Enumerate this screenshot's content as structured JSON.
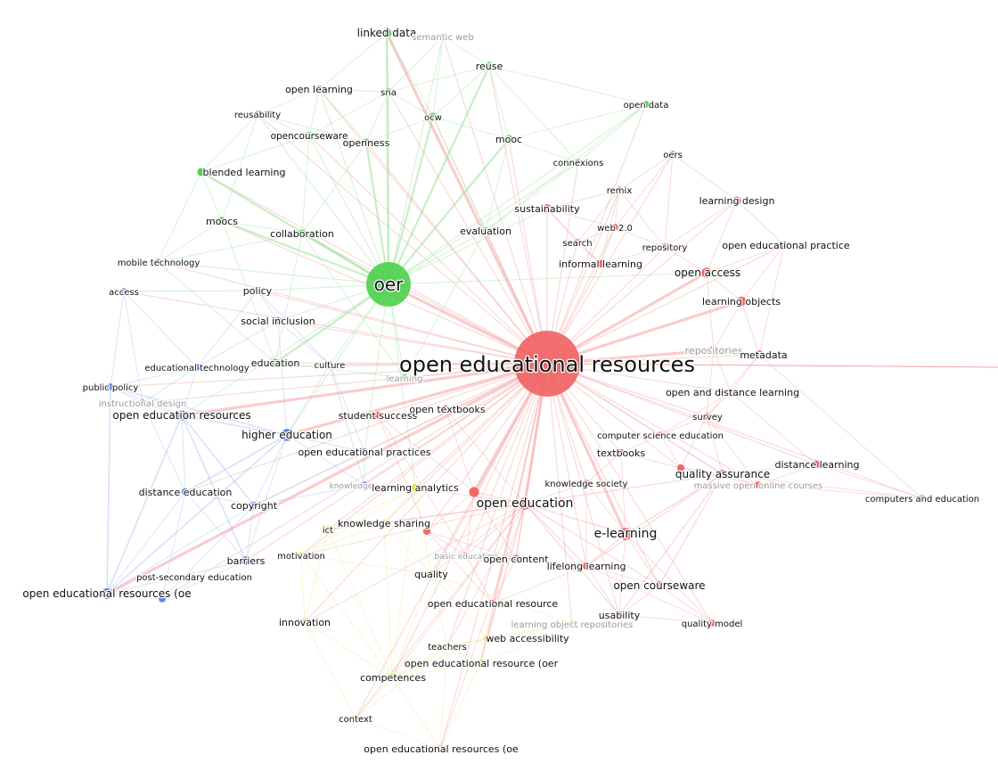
{
  "clusters": {
    "red": {
      "node": "#f06262",
      "edge": "#f5a3a3"
    },
    "green": {
      "node": "#4ccf4c",
      "edge": "#9fe39f"
    },
    "blue": {
      "node": "#5b7ee6",
      "edge": "#a9bdf0"
    },
    "yellow": {
      "node": "#e3df3a",
      "edge": "#ece98c"
    }
  },
  "nodes": [
    {
      "id": "oer_res",
      "label": "open educational resources",
      "cluster": "red",
      "weight": 10
    },
    {
      "id": "oer",
      "label": "oer",
      "cluster": "green",
      "weight": 6.5
    },
    {
      "id": "linked",
      "label": "linked data",
      "cluster": "green",
      "weight": 2
    },
    {
      "id": "semweb",
      "label": "semantic web",
      "cluster": "green",
      "weight": 1,
      "faint": true
    },
    {
      "id": "reuse",
      "label": "reuse",
      "cluster": "green",
      "weight": 1.5
    },
    {
      "id": "openlearn",
      "label": "open learning",
      "cluster": "green",
      "weight": 1.2
    },
    {
      "id": "sna",
      "label": "sna",
      "cluster": "green",
      "weight": 1
    },
    {
      "id": "reusab",
      "label": "reusability",
      "cluster": "green",
      "weight": 1
    },
    {
      "id": "opendata",
      "label": "open data",
      "cluster": "green",
      "weight": 1
    },
    {
      "id": "ocw",
      "label": "ocw",
      "cluster": "green",
      "weight": 1.5
    },
    {
      "id": "opencw",
      "label": "opencourseware",
      "cluster": "green",
      "weight": 1.2
    },
    {
      "id": "openness",
      "label": "openness",
      "cluster": "green",
      "weight": 1.5
    },
    {
      "id": "mooc",
      "label": "mooc",
      "cluster": "green",
      "weight": 1.5
    },
    {
      "id": "blended",
      "label": "blended learning",
      "cluster": "green",
      "weight": 1.5
    },
    {
      "id": "connexions",
      "label": "connexions",
      "cluster": "green",
      "weight": 1
    },
    {
      "id": "moocs",
      "label": "moocs",
      "cluster": "green",
      "weight": 1.5
    },
    {
      "id": "collab",
      "label": "collaboration",
      "cluster": "green",
      "weight": 1.5
    },
    {
      "id": "eval",
      "label": "evaluation",
      "cluster": "green",
      "weight": 1.2
    },
    {
      "id": "mobile",
      "label": "mobile technology",
      "cluster": "green",
      "weight": 1
    },
    {
      "id": "edu",
      "label": "education",
      "cluster": "green",
      "weight": 1.5
    },
    {
      "id": "learning",
      "label": "learning",
      "cluster": "green",
      "weight": 1.2,
      "faint": true
    },
    {
      "id": "culture",
      "label": "culture",
      "cluster": "blue",
      "weight": 1
    },
    {
      "id": "access",
      "label": "access",
      "cluster": "blue",
      "weight": 1
    },
    {
      "id": "policy",
      "label": "policy",
      "cluster": "blue",
      "weight": 1.2
    },
    {
      "id": "social",
      "label": "social inclusion",
      "cluster": "blue",
      "weight": 1.2
    },
    {
      "id": "edtech",
      "label": "educational technology",
      "cluster": "blue",
      "weight": 1
    },
    {
      "id": "pubpol",
      "label": "public policy",
      "cluster": "blue",
      "weight": 1
    },
    {
      "id": "instdes",
      "label": "instructional design",
      "cluster": "blue",
      "weight": 1,
      "faint": true
    },
    {
      "id": "oer_blue",
      "label": "open education resources",
      "cluster": "blue",
      "weight": 2.2
    },
    {
      "id": "higher",
      "label": "higher education",
      "cluster": "blue",
      "weight": 3
    },
    {
      "id": "oep",
      "label": "open educational practices",
      "cluster": "blue",
      "weight": 1.2
    },
    {
      "id": "know",
      "label": "knowledge",
      "cluster": "blue",
      "weight": 1,
      "faint": true
    },
    {
      "id": "distedu",
      "label": "distance education",
      "cluster": "blue",
      "weight": 1.3
    },
    {
      "id": "copyright",
      "label": "copyright",
      "cluster": "blue",
      "weight": 1.3
    },
    {
      "id": "barriers",
      "label": "barriers",
      "cluster": "blue",
      "weight": 1.8
    },
    {
      "id": "postsec",
      "label": "post-secondary education",
      "cluster": "blue",
      "weight": 1
    },
    {
      "id": "oer_oe_b",
      "label": "open educational resources (oe",
      "cluster": "blue",
      "weight": 2.5
    },
    {
      "id": "la",
      "label": "learning analytics",
      "cluster": "yellow",
      "weight": 1.2
    },
    {
      "id": "kshare",
      "label": "knowledge sharing",
      "cluster": "yellow",
      "weight": 1.2
    },
    {
      "id": "ict",
      "label": "ict",
      "cluster": "yellow",
      "weight": 1
    },
    {
      "id": "motiv",
      "label": "motivation",
      "cluster": "yellow",
      "weight": 1
    },
    {
      "id": "quality",
      "label": "quality",
      "cluster": "yellow",
      "weight": 1.2
    },
    {
      "id": "innov",
      "label": "innovation",
      "cluster": "yellow",
      "weight": 1.2
    },
    {
      "id": "teachers",
      "label": "teachers",
      "cluster": "yellow",
      "weight": 1
    },
    {
      "id": "webacc",
      "label": "web accessibility",
      "cluster": "yellow",
      "weight": 1.2
    },
    {
      "id": "lorep",
      "label": "learning object repositories",
      "cluster": "yellow",
      "weight": 1,
      "faint": true
    },
    {
      "id": "oer_y",
      "label": "open educational resource (oer",
      "cluster": "yellow",
      "weight": 1.2
    },
    {
      "id": "compet",
      "label": "competences",
      "cluster": "yellow",
      "weight": 1.3
    },
    {
      "id": "context",
      "label": "context",
      "cluster": "yellow",
      "weight": 1
    },
    {
      "id": "oer_oe_y",
      "label": "open educational resources (oe",
      "cluster": "yellow",
      "weight": 1.2
    },
    {
      "id": "oers",
      "label": "oers",
      "cluster": "red",
      "weight": 1
    },
    {
      "id": "remix",
      "label": "remix",
      "cluster": "red",
      "weight": 1
    },
    {
      "id": "ld",
      "label": "learning design",
      "cluster": "red",
      "weight": 1.5
    },
    {
      "id": "sustain",
      "label": "sustainability",
      "cluster": "red",
      "weight": 1.8
    },
    {
      "id": "web20",
      "label": "web 2.0",
      "cluster": "red",
      "weight": 1
    },
    {
      "id": "search",
      "label": "search",
      "cluster": "red",
      "weight": 1
    },
    {
      "id": "repo",
      "label": "repository",
      "cluster": "red",
      "weight": 1
    },
    {
      "id": "oepr",
      "label": "open educational practice",
      "cluster": "red",
      "weight": 1
    },
    {
      "id": "informal",
      "label": "informal learning",
      "cluster": "red",
      "weight": 1.3
    },
    {
      "id": "openacc",
      "label": "open access",
      "cluster": "red",
      "weight": 2.2
    },
    {
      "id": "lo",
      "label": "learning objects",
      "cluster": "red",
      "weight": 2
    },
    {
      "id": "repos",
      "label": "repositories",
      "cluster": "red",
      "weight": 2,
      "faint": true
    },
    {
      "id": "meta",
      "label": "metadata",
      "cluster": "red",
      "weight": 1.8
    },
    {
      "id": "odl",
      "label": "open and distance learning",
      "cluster": "red",
      "weight": 1.2
    },
    {
      "id": "survey",
      "label": "survey",
      "cluster": "red",
      "weight": 1
    },
    {
      "id": "student",
      "label": "student success",
      "cluster": "red",
      "weight": 1.2
    },
    {
      "id": "textbooks_o",
      "label": "open textbooks",
      "cluster": "red",
      "weight": 1.5
    },
    {
      "id": "cse",
      "label": "computer science education",
      "cluster": "red",
      "weight": 1
    },
    {
      "id": "textbooks",
      "label": "textbooks",
      "cluster": "red",
      "weight": 1.2
    },
    {
      "id": "distlearn",
      "label": "distance learning",
      "cluster": "red",
      "weight": 1.3
    },
    {
      "id": "qa",
      "label": "quality assurance",
      "cluster": "red",
      "weight": 1.8
    },
    {
      "id": "ksoc",
      "label": "knowledge society",
      "cluster": "red",
      "weight": 1
    },
    {
      "id": "mooc2",
      "label": "massive open online courses",
      "cluster": "red",
      "weight": 1,
      "faint": true
    },
    {
      "id": "cande",
      "label": "computers and education",
      "cluster": "red",
      "weight": 1
    },
    {
      "id": "openedu",
      "label": "open education",
      "cluster": "red",
      "weight": 3
    },
    {
      "id": "faint_red",
      "label": "",
      "cluster": "red",
      "weight": 2.2
    },
    {
      "id": "elearn",
      "label": "e-learning",
      "cluster": "red",
      "weight": 3
    },
    {
      "id": "basic",
      "label": "basic education",
      "cluster": "red",
      "weight": 1,
      "faint": true
    },
    {
      "id": "opencont",
      "label": "open content",
      "cluster": "red",
      "weight": 1.5
    },
    {
      "id": "lll",
      "label": "lifelong learning",
      "cluster": "red",
      "weight": 1.3
    },
    {
      "id": "opencourse",
      "label": "open courseware",
      "cluster": "red",
      "weight": 1.8
    },
    {
      "id": "oer_res1",
      "label": "open educational resource",
      "cluster": "red",
      "weight": 1.2
    },
    {
      "id": "usab",
      "label": "usability",
      "cluster": "red",
      "weight": 1.2
    },
    {
      "id": "qmodel",
      "label": "quality model",
      "cluster": "red",
      "weight": 1
    },
    {
      "id": "rdot1",
      "label": "",
      "cluster": "red",
      "weight": 1.2
    },
    {
      "id": "rdot2",
      "label": "",
      "cluster": "red",
      "weight": 1.2
    }
  ]
}
